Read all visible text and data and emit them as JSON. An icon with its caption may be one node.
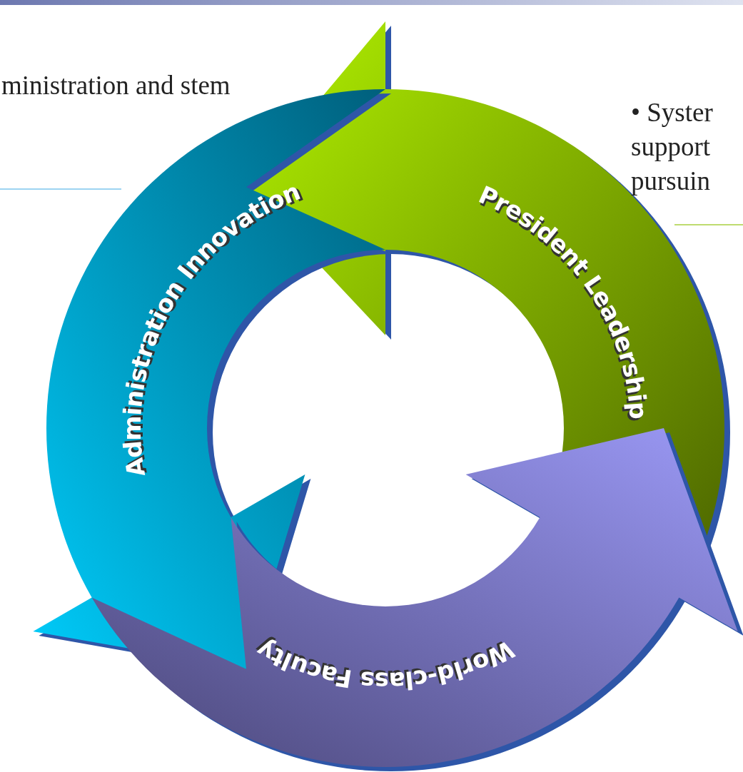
{
  "diagram": {
    "nodes": [
      {
        "text": [
          "President Leadership"
        ]
      },
      {
        "text": [
          "Administration Innovation"
        ]
      },
      {
        "text": [
          "World-class Faculty"
        ]
      }
    ],
    "labels": [
      "ministration and stem",
      "• Syster support pursuin"
    ]
  }
}
